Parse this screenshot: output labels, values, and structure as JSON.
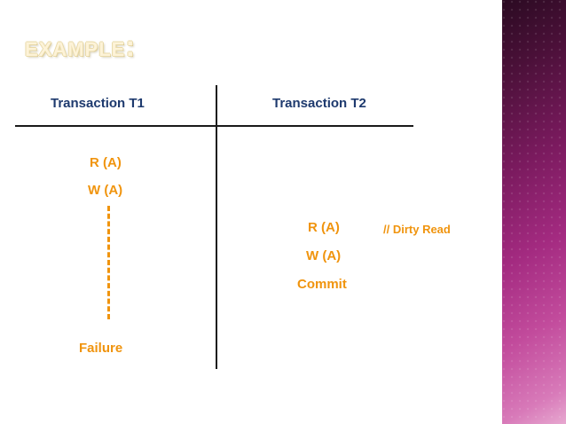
{
  "slide": {
    "title": "Example:",
    "columns": [
      {
        "id": "t1",
        "header": "Transaction T1"
      },
      {
        "id": "t2",
        "header": "Transaction T2"
      }
    ],
    "t1_operations": [
      {
        "label": "R (A)"
      },
      {
        "label": "W (A)"
      },
      {
        "label": "Failure"
      }
    ],
    "t2_operations": [
      {
        "label": "R (A)"
      },
      {
        "label": "W (A)"
      },
      {
        "label": "Commit"
      }
    ],
    "annotations": [
      {
        "label": "// Dirty Read"
      }
    ],
    "colors": {
      "title": "#fdf3d8",
      "header": "#1e3a6e",
      "operation": "#f0940e",
      "rule": "#1a1a1a",
      "band_start": "#2b0a22",
      "band_end": "#e7a8d0"
    }
  }
}
